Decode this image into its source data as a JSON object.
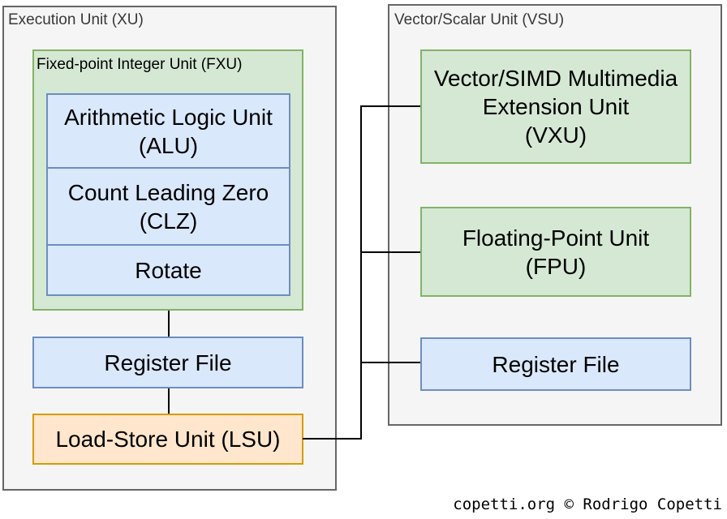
{
  "xu": {
    "title": "Execution Unit (XU)",
    "fxu": {
      "title": "Fixed-point Integer Unit (FXU)",
      "alu_label": "Arithmetic Logic Unit\n(ALU)",
      "clz_label": "Count Leading Zero\n(CLZ)",
      "rotate_label": "Rotate"
    },
    "register_file_label": "Register File",
    "lsu_label": "Load-Store Unit (LSU)"
  },
  "vsu": {
    "title": "Vector/Scalar Unit (VSU)",
    "vxu_label": "Vector/SIMD Multimedia\nExtension Unit\n(VXU)",
    "fpu_label": "Floating-Point Unit\n(FPU)",
    "register_file_label": "Register File"
  },
  "credit": "copetti.org © Rodrigo Copetti",
  "colors": {
    "container_fill": "#f5f5f5",
    "container_border": "#666666",
    "green_fill": "#d5e8d4",
    "green_border": "#82b366",
    "blue_fill": "#dae8fc",
    "blue_border": "#6c8ebf",
    "orange_fill": "#ffe6cc",
    "orange_border": "#d79b00",
    "connector": "#000000"
  }
}
